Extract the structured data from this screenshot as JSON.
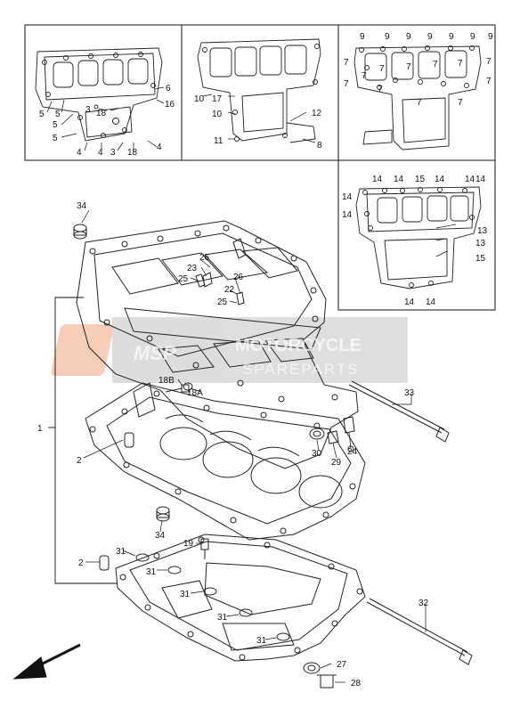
{
  "watermark": {
    "brand_line1": "MOTORCYCLE",
    "brand_line2": "SPAREPARTS",
    "logo_text": "MSP"
  },
  "callouts": {
    "inset_a": [
      "5",
      "5",
      "5",
      "5",
      "3",
      "18",
      "3",
      "18",
      "4",
      "4",
      "4",
      "6",
      "16"
    ],
    "inset_b": [
      "10",
      "17",
      "10",
      "11",
      "12",
      "8"
    ],
    "inset_c": [
      "9",
      "9",
      "9",
      "9",
      "9",
      "9",
      "9",
      "7",
      "7",
      "7",
      "7",
      "7",
      "7",
      "7",
      "7",
      "7",
      "7",
      "7",
      "7"
    ],
    "inset_d": [
      "14",
      "14",
      "15",
      "14",
      "14",
      "14",
      "14",
      "14",
      "13",
      "13",
      "15",
      "14",
      "14"
    ],
    "main": [
      "34",
      "26",
      "23",
      "26",
      "25",
      "22",
      "25",
      "18B",
      "18A",
      "1",
      "2",
      "33",
      "30",
      "24",
      "29",
      "34",
      "19",
      "2",
      "31",
      "31",
      "31",
      "31",
      "31",
      "32",
      "27",
      "28"
    ]
  }
}
